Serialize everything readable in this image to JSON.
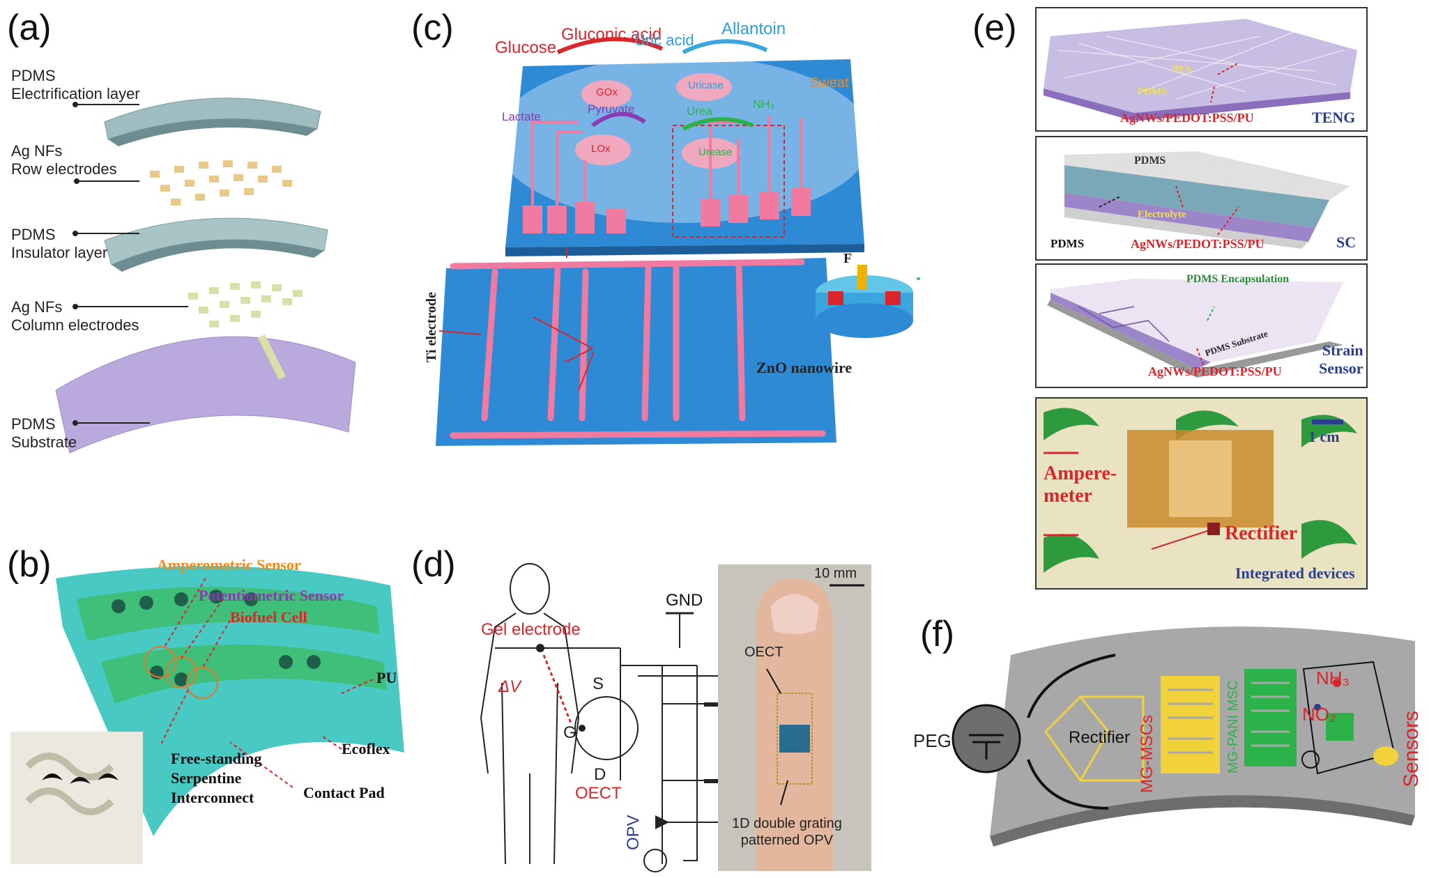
{
  "colors": {
    "pdms_gray": "#a9c4c6",
    "pdms_purple": "#b9a9dc",
    "chip_blue": "#2f8ad6",
    "trace_pink": "#f07aa0",
    "pu_green": "#3fbf7a",
    "ecoflex_teal": "#49c9c3",
    "red": "#d9262a",
    "navy": "#2a3f8f",
    "label_red": "#e23a2a"
  },
  "panel_a": {
    "label": "(a)",
    "layers": [
      {
        "line1": "PDMS",
        "line2": "Electrification layer"
      },
      {
        "line1": "Ag NFs",
        "line2": "Row electrodes"
      },
      {
        "line1": "PDMS",
        "line2": "Insulator layer"
      },
      {
        "line1": "Ag NFs",
        "line2": "Column electrodes"
      },
      {
        "line1": "PDMS",
        "line2": "Substrate"
      }
    ]
  },
  "panel_b": {
    "label": "(b)",
    "amperometric": "Amperometric Sensor",
    "potentiometric": "Potentiometric Sensor",
    "biofuel": "Biofuel Cell",
    "pu": "PU",
    "ecoflex": "Ecoflex",
    "freestanding_1": "Free-standing",
    "freestanding_2": "Serpentine",
    "freestanding_3": "Interconnect",
    "contact_pad": "Contact Pad"
  },
  "panel_c": {
    "label": "(c)",
    "glucose": "Glucose",
    "gluconic": "Gluconic acid",
    "uric": "Uric acid",
    "allantoin": "Allantoin",
    "sweat": "Sweat",
    "gox": "GOx",
    "uricase": "Uricase",
    "lactate": "Lactate",
    "pyruvate": "Pyruvate",
    "urea": "Urea",
    "nh3": "NH₃",
    "lox": "LOx",
    "urease": "Urease",
    "ti_electrode": "Ti electrode",
    "zno": "ZnO nanowire",
    "force": "F"
  },
  "panel_d": {
    "label": "(d)",
    "gel": "Gel electrode",
    "gnd": "GND",
    "dv": "ΔV",
    "s": "S",
    "g": "G",
    "d": "D",
    "oect": "OECT",
    "opv": "OPV",
    "scale": "10 mm",
    "photo_oect": "OECT",
    "photo_opv_1": "1D double grating",
    "photo_opv_2": "patterned OPV"
  },
  "panel_e": {
    "label": "(e)",
    "teng": {
      "pes": "PES",
      "pdms": "PDMS",
      "electrode": "AgNWs/PEDOT:PSS/PU",
      "name": "TENG"
    },
    "sc": {
      "pdms_top": "PDMS",
      "electrolyte": "Electrolyte",
      "pdms_bottom": "PDMS",
      "electrode": "AgNWs/PEDOT:PSS/PU",
      "name": "SC"
    },
    "strain": {
      "encap": "PDMS Encapsulation",
      "substrate": "PDMS Substrate",
      "electrode": "AgNWs/PEDOT:PSS/PU",
      "name_1": "Strain",
      "name_2": "Sensor"
    },
    "photo": {
      "scale": "1 cm",
      "ampere_1": "Ampere-",
      "ampere_2": "meter",
      "rectifier": "Rectifier",
      "integrated": "Integrated devices"
    }
  },
  "panel_f": {
    "label": "(f)",
    "peg": "PEG",
    "rectifier": "Rectifier",
    "mg_mscs": "MG-MSCs",
    "mg_pani": "MG-PANI MSC",
    "nh3": "NH₃",
    "no2": "NO₂",
    "sensors": "Sensors"
  }
}
